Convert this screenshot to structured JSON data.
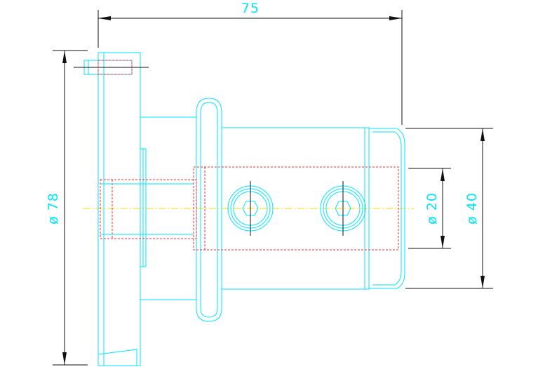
{
  "drawing": {
    "dimensions": {
      "overall_length": "75",
      "flange_diameter": "ø 78",
      "bore_diameter": "ø 20",
      "body_diameter": "ø 40"
    },
    "colors": {
      "outline": "#00e5ff",
      "hidden_lines": "#ff2a2a",
      "centerline": "#ffd400",
      "dimension_lines": "#111111"
    }
  }
}
